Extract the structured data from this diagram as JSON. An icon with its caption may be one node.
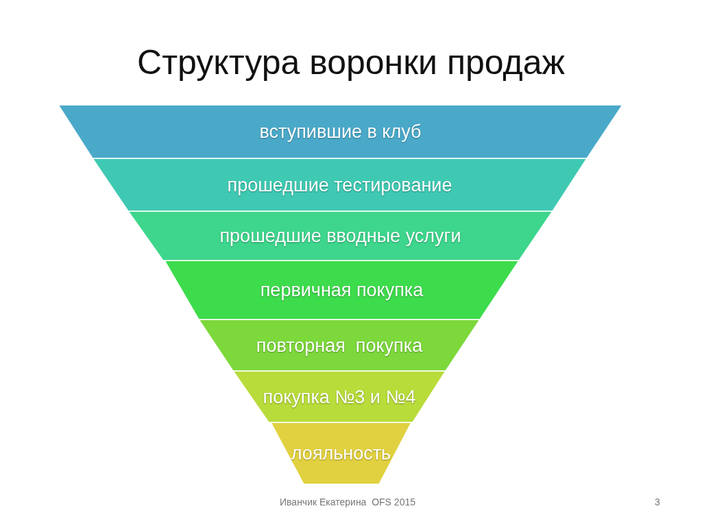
{
  "diagram": {
    "title": "Структура воронки продаж",
    "nodes": [
      {
        "text": [
          "вступившие в клуб"
        ]
      },
      {
        "text": [
          "прошедшие тестирование"
        ]
      },
      {
        "text": [
          "прошедшие вводные услуги"
        ]
      },
      {
        "text": [
          "первичная покупка"
        ]
      },
      {
        "text": [
          "повторная  покупка"
        ]
      },
      {
        "text": [
          "покупка №3 и №4"
        ]
      },
      {
        "text": [
          "лояльность"
        ]
      }
    ],
    "labels": [
      "Иванчик Екатерина  OFS 2015",
      "3"
    ]
  }
}
